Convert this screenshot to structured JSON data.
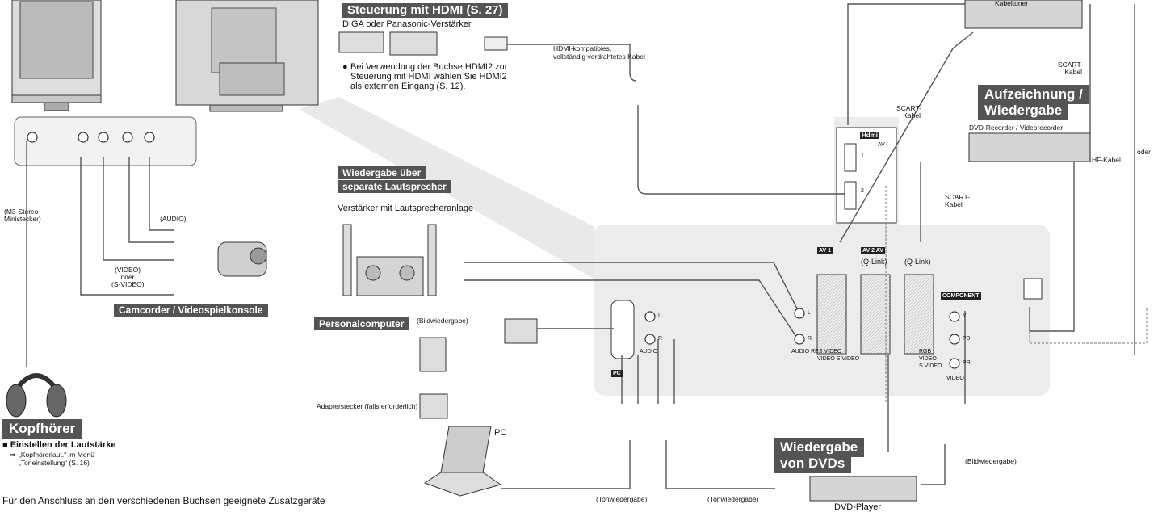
{
  "colors": {
    "heading_bg": "#545454",
    "panel_bg": "#ececec",
    "line": "#555555",
    "device": "#d8d8d8"
  },
  "headings": {
    "hdmi_control": "Steuerung mit HDMI (S. 27)",
    "speakers": [
      "Wiedergabe über",
      "separate Lautsprecher"
    ],
    "camcorder": "Camcorder / Videospielkonsole",
    "pc": "Personalcomputer",
    "headphones": "Kopfhörer",
    "recording": [
      "Aufzeichnung /",
      "Wiedergabe"
    ],
    "dvd_play": [
      "Wiedergabe",
      "von DVDs"
    ]
  },
  "texts": {
    "diga": "DIGA oder Panasonic-Verstärker",
    "hdmi_note": [
      "Bei Verwendung der Buchse HDMI2 zur",
      "Steuerung mit HDMI wählen Sie HDMI2",
      "als externen Eingang (S. 12)."
    ],
    "hdmi_cable": [
      "HDMI-kompatibles,",
      "vollständig verdrahtetes Kabel"
    ],
    "amp": "Verstärker mit Lautsprecheranlage",
    "pc_display": "(Bildwiedergabe)",
    "adapter": "Adapterstecker (falls erforderlich)",
    "pc": "PC",
    "m3": [
      "(M3-Stereo-",
      "Ministecker)"
    ],
    "audio": "(AUDIO)",
    "video_svideo": [
      "(VIDEO)",
      "oder",
      "(S-VIDEO)"
    ],
    "volume_title": "Einstellen der Lautstärke",
    "volume_desc": [
      "„Kopfhörerlaut.“ im Menü",
      "„Toneinstellung“ (S. 16)"
    ],
    "bottom_note": "Für den Anschluss an den verschiedenen Buchsen geeignete Zusatzgeräte",
    "sound_playback": "(Tonwiedergabe)",
    "dvd_player": "DVD-Player",
    "picture_playback": "(Bildwiedergabe)",
    "dvd_recorder": "DVD-Recorder / Videorecorder",
    "rf_cable": "HF-Kabel",
    "or": "oder",
    "scart_cable": [
      "SCART-",
      "Kabel"
    ],
    "receiver": "Kabeltuner",
    "hdmi_logo": "Hdmi",
    "av1": "AV 1",
    "av2": "AV 2 AV",
    "q_link": "(Q-Link)",
    "component": "COMPONENT",
    "pc_jack": "PC",
    "audio_small": "AUDIO",
    "l": "L",
    "r": "R",
    "y": "Y",
    "pb": "PB",
    "pr": "PR",
    "rgb": "RGB",
    "video": "VIDEO",
    "svideo": "S VIDEO",
    "audio_res_video": "AUDIO RES VIDEO",
    "video_svideo_small": "VIDEO S VIDEO",
    "av_label": "AV",
    "num1": "1",
    "num2": "2"
  }
}
